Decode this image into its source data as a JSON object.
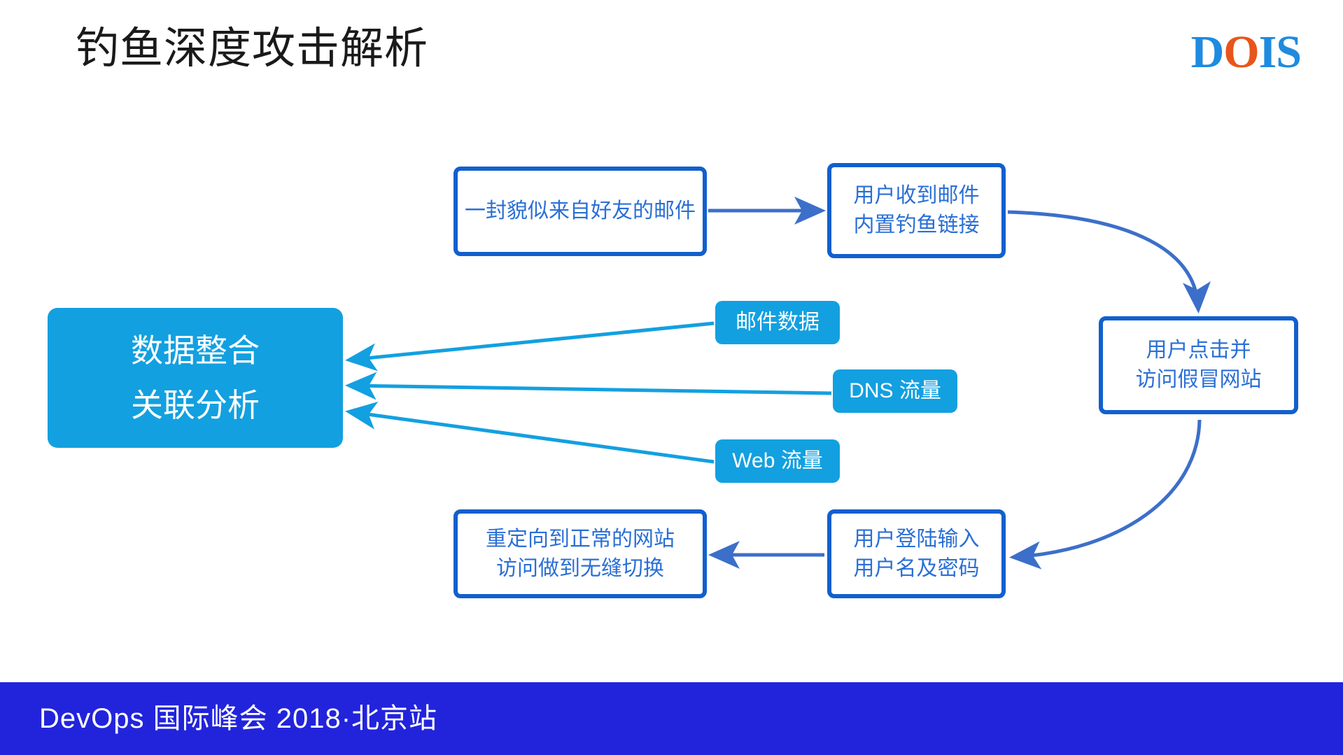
{
  "slide": {
    "title": "钓鱼深度攻击解析",
    "logo": {
      "part_blue_1": "D",
      "part_orange": "O",
      "part_blue_2": "IS",
      "color_blue": "#1E8BE0",
      "color_orange": "#E8551B"
    },
    "footer": {
      "text": "DevOps 国际峰会 2018·北京站",
      "background": "#2224DC",
      "text_color": "#FFFFFF"
    }
  },
  "theme": {
    "outline_border": "#1160CE",
    "outline_text": "#2A6FD6",
    "fill_cyan": "#13A0E0",
    "arrow_blue": "#3C6FC9",
    "arrow_cyan": "#13A0E0",
    "title_color": "#1A1A1A"
  },
  "diagram": {
    "nodes": [
      {
        "id": "email-lure",
        "label": "一封貌似来自好友的邮件",
        "lines": [
          "一封貌似来自好友的邮件"
        ],
        "style": "outline"
      },
      {
        "id": "email-recv",
        "label": "用户收到邮件 内置钓鱼链接",
        "lines": [
          "用户收到邮件",
          "内置钓鱼链接"
        ],
        "style": "outline"
      },
      {
        "id": "click-fake",
        "label": "用户点击并 访问假冒网站",
        "lines": [
          "用户点击并",
          "访问假冒网站"
        ],
        "style": "outline"
      },
      {
        "id": "login-creds",
        "label": "用户登陆输入 用户名及密码",
        "lines": [
          "用户登陆输入",
          "用户名及密码"
        ],
        "style": "outline"
      },
      {
        "id": "redirect",
        "label": "重定向到正常的网站 访问做到无缝切换",
        "lines": [
          "重定向到正常的网站",
          "访问做到无缝切换"
        ],
        "style": "outline"
      },
      {
        "id": "hub",
        "label": "数据整合 关联分析",
        "lines": [
          "数据整合",
          "关联分析"
        ],
        "style": "filled-large"
      },
      {
        "id": "mail-data",
        "label": "邮件数据",
        "lines": [
          "邮件数据"
        ],
        "style": "filled"
      },
      {
        "id": "dns-traffic",
        "label": "DNS 流量",
        "lines": [
          "DNS 流量"
        ],
        "style": "filled"
      },
      {
        "id": "web-traffic",
        "label": "Web 流量",
        "lines": [
          "Web 流量"
        ],
        "style": "filled"
      }
    ],
    "edges": [
      {
        "from": "email-lure",
        "to": "email-recv",
        "shape": "straight",
        "color": "#3C6FC9"
      },
      {
        "from": "email-recv",
        "to": "click-fake",
        "shape": "curve",
        "color": "#3C6FC9"
      },
      {
        "from": "click-fake",
        "to": "login-creds",
        "shape": "curve",
        "color": "#3C6FC9"
      },
      {
        "from": "login-creds",
        "to": "redirect",
        "shape": "straight",
        "color": "#3C6FC9"
      },
      {
        "from": "mail-data",
        "to": "hub",
        "shape": "straight",
        "color": "#13A0E0"
      },
      {
        "from": "dns-traffic",
        "to": "hub",
        "shape": "straight",
        "color": "#13A0E0"
      },
      {
        "from": "web-traffic",
        "to": "hub",
        "shape": "straight",
        "color": "#13A0E0"
      }
    ]
  }
}
